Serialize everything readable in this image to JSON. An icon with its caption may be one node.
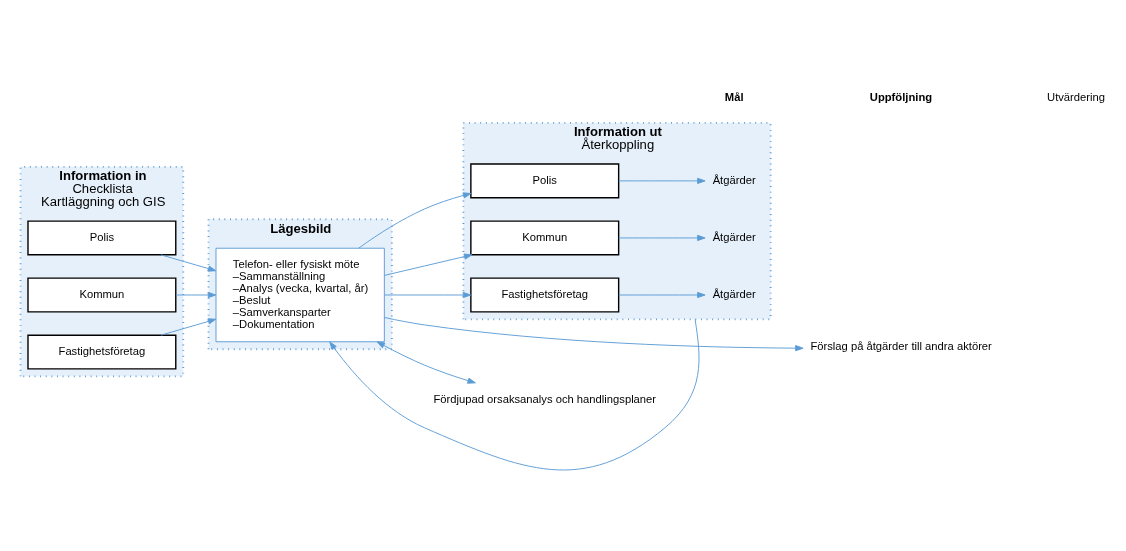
{
  "diagram": {
    "nodes": [
      {
        "text": [
          "Information in",
          "Checklista",
          "Kartläggning och GIS"
        ]
      },
      {
        "text": [
          "Polis"
        ],
        "in": 0
      },
      {
        "text": [
          "Kommun"
        ],
        "in": 0
      },
      {
        "text": [
          "Fastighetsföretag"
        ],
        "in": 0
      },
      {
        "text": [
          "Lägesbild"
        ]
      },
      {
        "text": [
          "Telefon- eller fysiskt möte",
          "–Sammanställning",
          "–Analys (vecka, kvartal, år)",
          "–Beslut",
          "–Samverkansparter",
          "–Dokumentation"
        ],
        "in": 4
      },
      {
        "text": [
          "Information ut",
          "Återkoppling"
        ]
      },
      {
        "text": [
          "Polis"
        ],
        "in": 6
      },
      {
        "text": [
          "Kommun"
        ],
        "in": 6
      },
      {
        "text": [
          "Fastighetsföretag"
        ],
        "in": 6
      },
      {
        "text": [
          "Åtgärder"
        ],
        "in": 6
      },
      {
        "text": [
          "Åtgärder"
        ],
        "in": 6
      },
      {
        "text": [
          "Åtgärder"
        ],
        "in": 6
      },
      {
        "text": [
          "Förslag på åtgärder till andra aktörer"
        ]
      },
      {
        "text": [
          "Fördjupad orsaksanalys och handlingsplaner"
        ]
      }
    ],
    "edges": [
      {
        "from": 1,
        "to": 5,
        "arrow": "to"
      },
      {
        "from": 2,
        "to": 5,
        "arrow": "to"
      },
      {
        "from": 3,
        "to": 5,
        "arrow": "to"
      },
      {
        "from": 5,
        "to": 7,
        "arrow": "to"
      },
      {
        "from": 5,
        "to": 8,
        "arrow": "to"
      },
      {
        "from": 5,
        "to": 9,
        "arrow": "to"
      },
      {
        "from": 7,
        "to": 10,
        "arrow": "to"
      },
      {
        "from": 8,
        "to": 11,
        "arrow": "to"
      },
      {
        "from": 9,
        "to": 12,
        "arrow": "to"
      },
      {
        "from": 5,
        "to": 13,
        "arrow": "to"
      },
      {
        "from": 5,
        "to": 14,
        "arrow": "both"
      },
      {
        "from": 6,
        "to": 5,
        "arrow": "to"
      }
    ],
    "labels": [
      "Mål",
      "Uppföljning",
      "Utvärdering"
    ]
  }
}
